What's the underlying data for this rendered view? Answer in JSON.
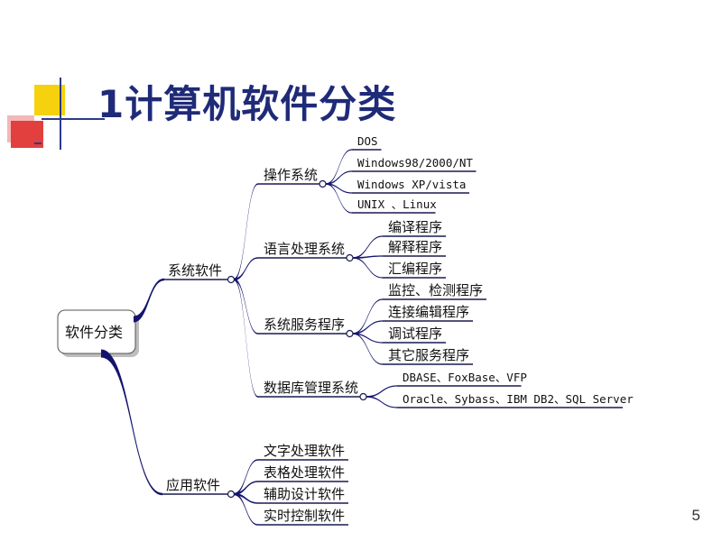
{
  "title": "1计算机软件分类",
  "page_number": "5",
  "colors": {
    "title": "#1f2a78",
    "deco_yellow": "#f6d20e",
    "deco_red": "#e23f3f",
    "deco_pink": "#f3b8b8",
    "deco_line": "#2b3a8c",
    "branch": "#14146e",
    "underline": "#1a1a50"
  },
  "mindmap": {
    "root": "软件分类",
    "groups": [
      {
        "label": "系统软件",
        "children": [
          {
            "label": "操作系统",
            "items": [
              "DOS",
              "Windows98/2000/NT",
              "Windows XP/vista",
              "UNIX 、Linux"
            ]
          },
          {
            "label": "语言处理系统",
            "items": [
              "编译程序",
              "解释程序",
              "汇编程序"
            ]
          },
          {
            "label": "系统服务程序",
            "items": [
              "监控、检测程序",
              "连接编辑程序",
              "调试程序",
              "其它服务程序"
            ]
          },
          {
            "label": "数据库管理系统",
            "items": [
              "DBASE、FoxBase、VFP",
              "Oracle、Sybass、IBM DB2、SQL Server"
            ]
          }
        ]
      },
      {
        "label": "应用软件",
        "items": [
          "文字处理软件",
          "表格处理软件",
          "辅助设计软件",
          "实时控制软件"
        ]
      }
    ]
  }
}
